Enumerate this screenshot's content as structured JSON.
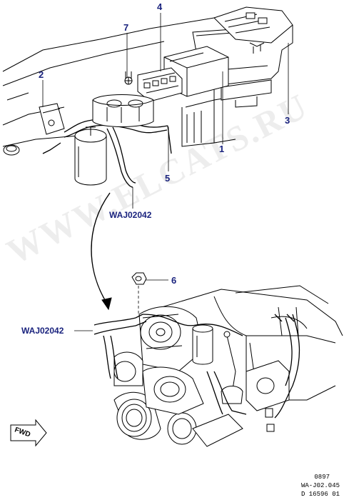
{
  "callouts": {
    "c1": "1",
    "c2": "2",
    "c3": "3",
    "c4": "4",
    "c5": "5",
    "c6": "6",
    "c7": "7"
  },
  "references": {
    "top": "WAJ02042",
    "bottom": "WAJ02042"
  },
  "direction_label": "FWD",
  "footer": {
    "code1": "0897",
    "code2": "WA-J02.045",
    "code3": "D 16596 01"
  },
  "watermark": "WWW.ELCATS.RU",
  "colors": {
    "callout_text": "#1a237e",
    "line_art": "#000000"
  }
}
